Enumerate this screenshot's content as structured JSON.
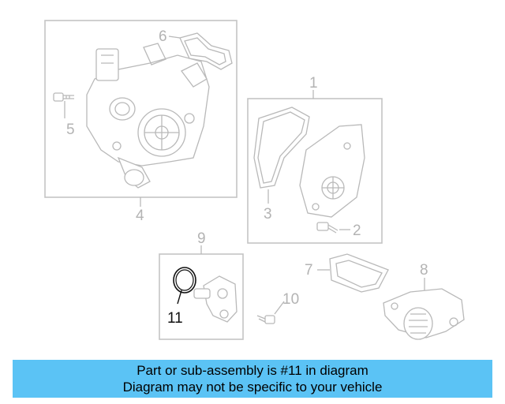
{
  "callouts": {
    "c1": "1",
    "c2": "2",
    "c3": "3",
    "c4": "4",
    "c5": "5",
    "c6": "6",
    "c7": "7",
    "c8": "8",
    "c9": "9",
    "c10": "10",
    "c11": "11"
  },
  "highlighted_part": "11",
  "colors": {
    "banner": "#5bc3f5",
    "muted": "#b9b9b9",
    "highlight": "#111111"
  },
  "banner": {
    "line1": "Part or sub-assembly is #11 in diagram",
    "line2": "Diagram may not be specific to your vehicle"
  }
}
